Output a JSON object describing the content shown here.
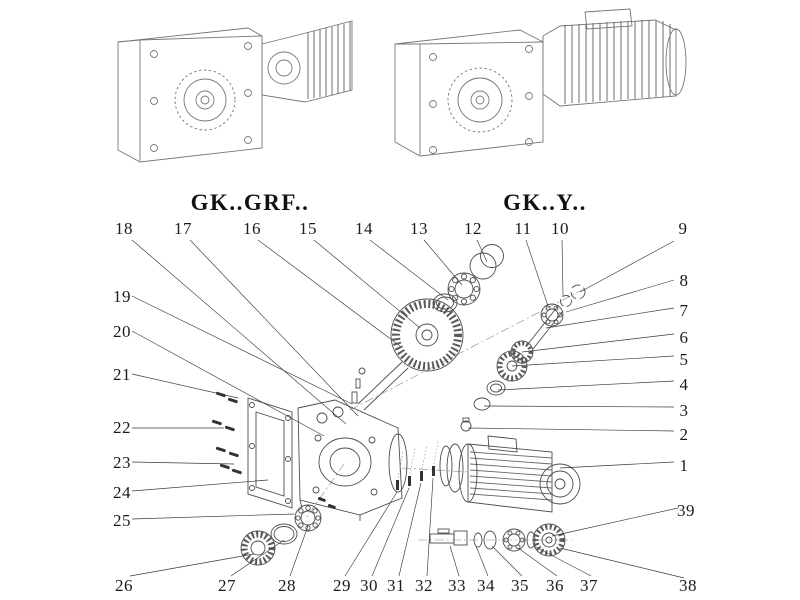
{
  "titles": {
    "left": "GK..GRF..",
    "right": "GK..Y.."
  },
  "callouts": {
    "c1": "1",
    "c2": "2",
    "c3": "3",
    "c4": "4",
    "c5": "5",
    "c6": "6",
    "c7": "7",
    "c8": "8",
    "c9": "9",
    "c10": "10",
    "c11": "11",
    "c12": "12",
    "c13": "13",
    "c14": "14",
    "c15": "15",
    "c16": "16",
    "c17": "17",
    "c18": "18",
    "c19": "19",
    "c20": "20",
    "c21": "21",
    "c22": "22",
    "c23": "23",
    "c24": "24",
    "c25": "25",
    "c26": "26",
    "c27": "27",
    "c28": "28",
    "c29": "29",
    "c30": "30",
    "c31": "31",
    "c32": "32",
    "c33": "33",
    "c34": "34",
    "c35": "35",
    "c36": "36",
    "c37": "37",
    "c38": "38",
    "c39": "39"
  }
}
